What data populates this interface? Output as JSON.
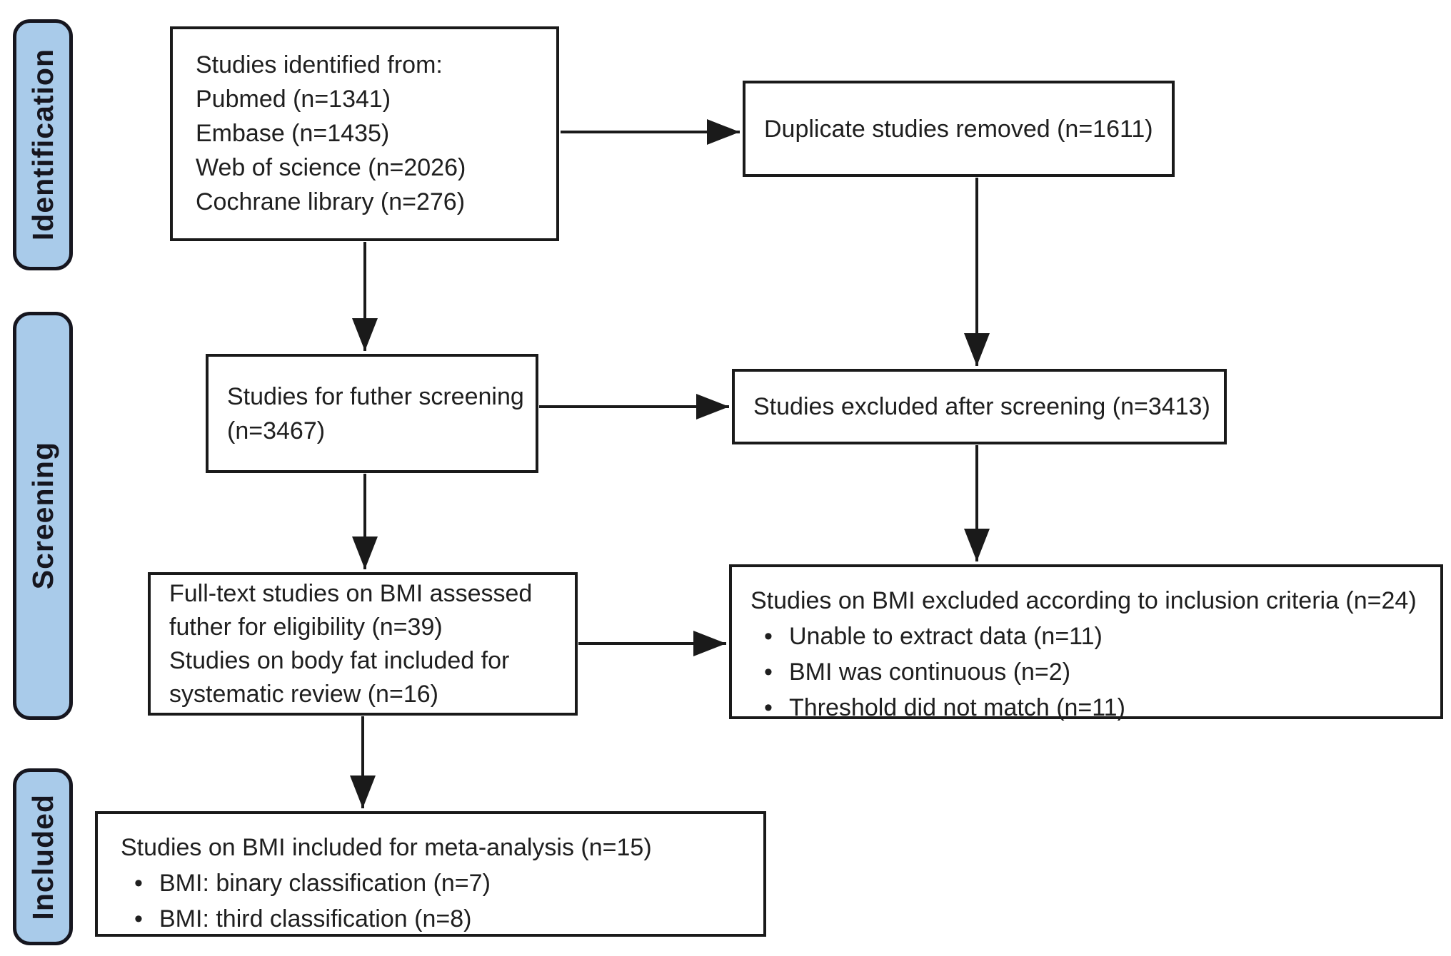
{
  "figure": {
    "kind": "prisma-flow-diagram"
  },
  "colors": {
    "background": "#ffffff",
    "stage_fill": "#a9cbea",
    "stage_border": "#16161f",
    "stage_text": "#16161f",
    "box_border": "#1a1a1a",
    "box_fill": "#ffffff",
    "text": "#1f1f1f",
    "arrow": "#1a1a1a"
  },
  "glyphs": {
    "bullet": "•"
  },
  "stages": [
    {
      "label": "Identification"
    },
    {
      "label": "Screening"
    },
    {
      "label": "Included"
    }
  ],
  "boxes": {
    "identified": {
      "lines": [
        "Studies identified from:",
        "Pubmed (n=1341)",
        "Embase (n=1435)",
        "Web of science (n=2026)",
        "Cochrane library (n=276)"
      ]
    },
    "duplicates": {
      "lines": [
        "Duplicate studies removed (n=1611)"
      ]
    },
    "further_screening": {
      "lines": [
        "Studies for futher screening",
        "(n=3467)"
      ]
    },
    "excluded_screening": {
      "lines": [
        "Studies excluded after screening (n=3413)"
      ]
    },
    "fulltext": {
      "lines": [
        "Full-text studies on BMI assessed",
        "futher for eligibility (n=39)",
        "Studies on body fat included for",
        "systematic review (n=16)"
      ]
    },
    "excluded_criteria": {
      "heading": "Studies on BMI excluded according to inclusion criteria (n=24)",
      "bullets": [
        "Unable to extract data (n=11)",
        "BMI was continuous (n=2)",
        "Threshold did not match (n=11)"
      ]
    },
    "included_meta": {
      "heading": "Studies on BMI included for meta-analysis (n=15)",
      "bullets": [
        "BMI: binary classification (n=7)",
        "BMI: third classification (n=8)"
      ]
    }
  }
}
